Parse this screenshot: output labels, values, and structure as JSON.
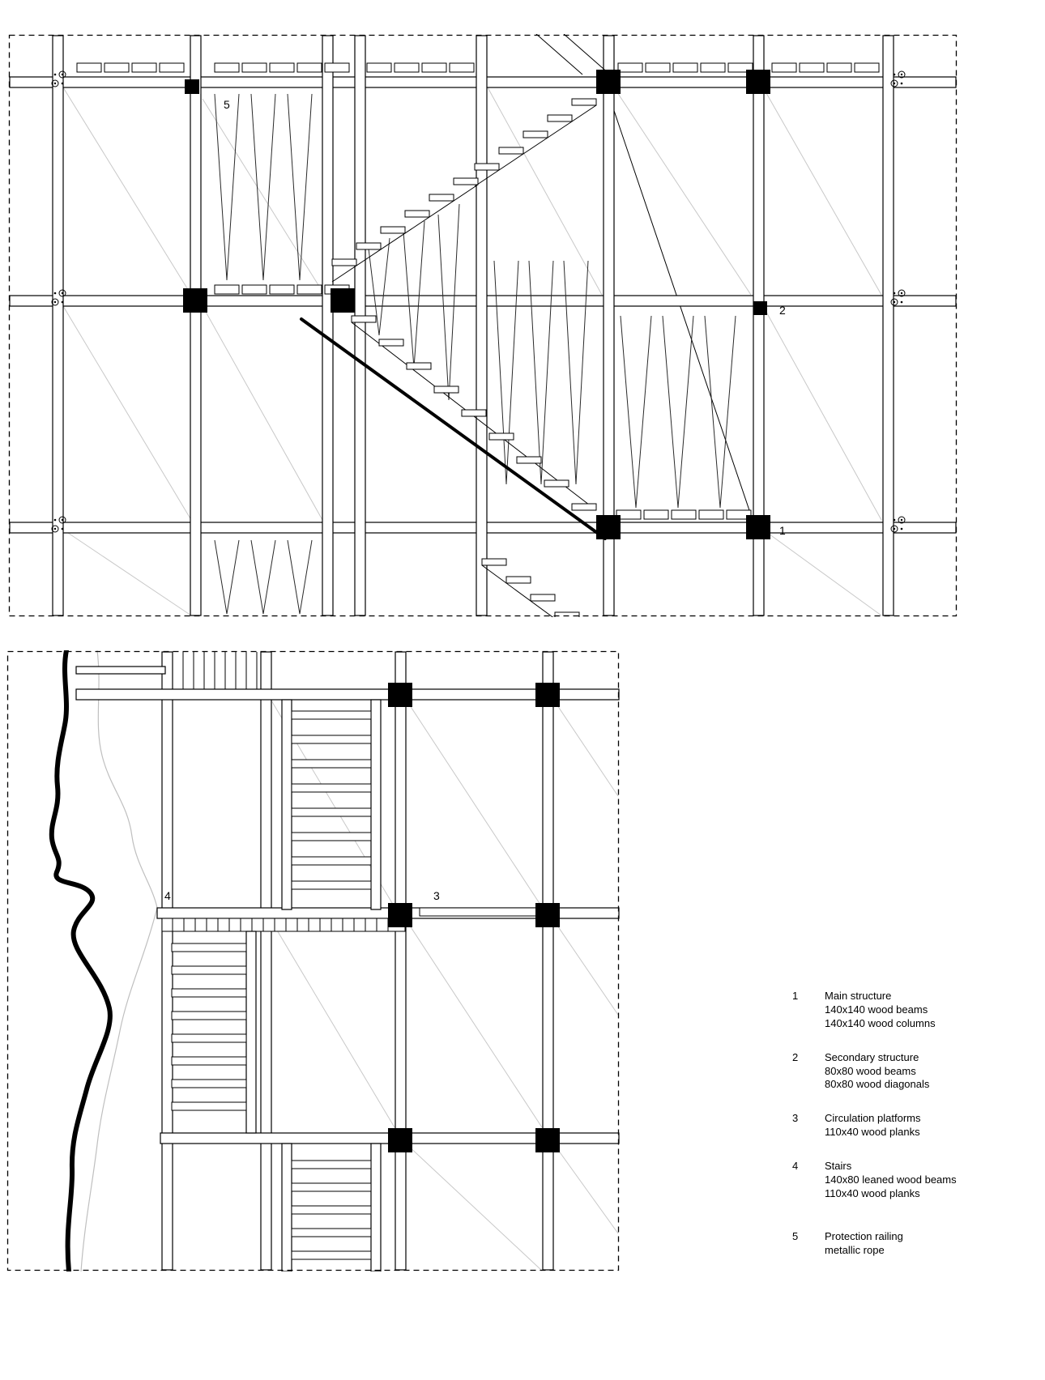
{
  "page": {
    "background": "#ffffff",
    "ink": "#000000",
    "light_line": "#c8c8c8"
  },
  "section_drawing": {
    "description": "structural section with stairs",
    "callouts": {
      "railing": "5",
      "secondary": "2",
      "main": "1"
    }
  },
  "plan_drawing": {
    "description": "plan view against rock face",
    "callouts": {
      "stairs": "4",
      "platforms": "3"
    }
  },
  "legend": {
    "items": [
      {
        "number": "1",
        "lines": [
          "Main structure",
          "140x140 wood beams",
          "140x140 wood columns"
        ]
      },
      {
        "number": "2",
        "lines": [
          "Secondary structure",
          "80x80 wood beams",
          "80x80 wood diagonals"
        ]
      },
      {
        "number": "3",
        "lines": [
          "Circulation platforms",
          "110x40 wood planks"
        ]
      },
      {
        "number": "4",
        "lines": [
          "Stairs",
          "140x80 leaned wood beams",
          "110x40 wood planks"
        ]
      },
      {
        "number": "5",
        "lines": [
          "Protection railing",
          "metallic rope"
        ]
      }
    ]
  }
}
